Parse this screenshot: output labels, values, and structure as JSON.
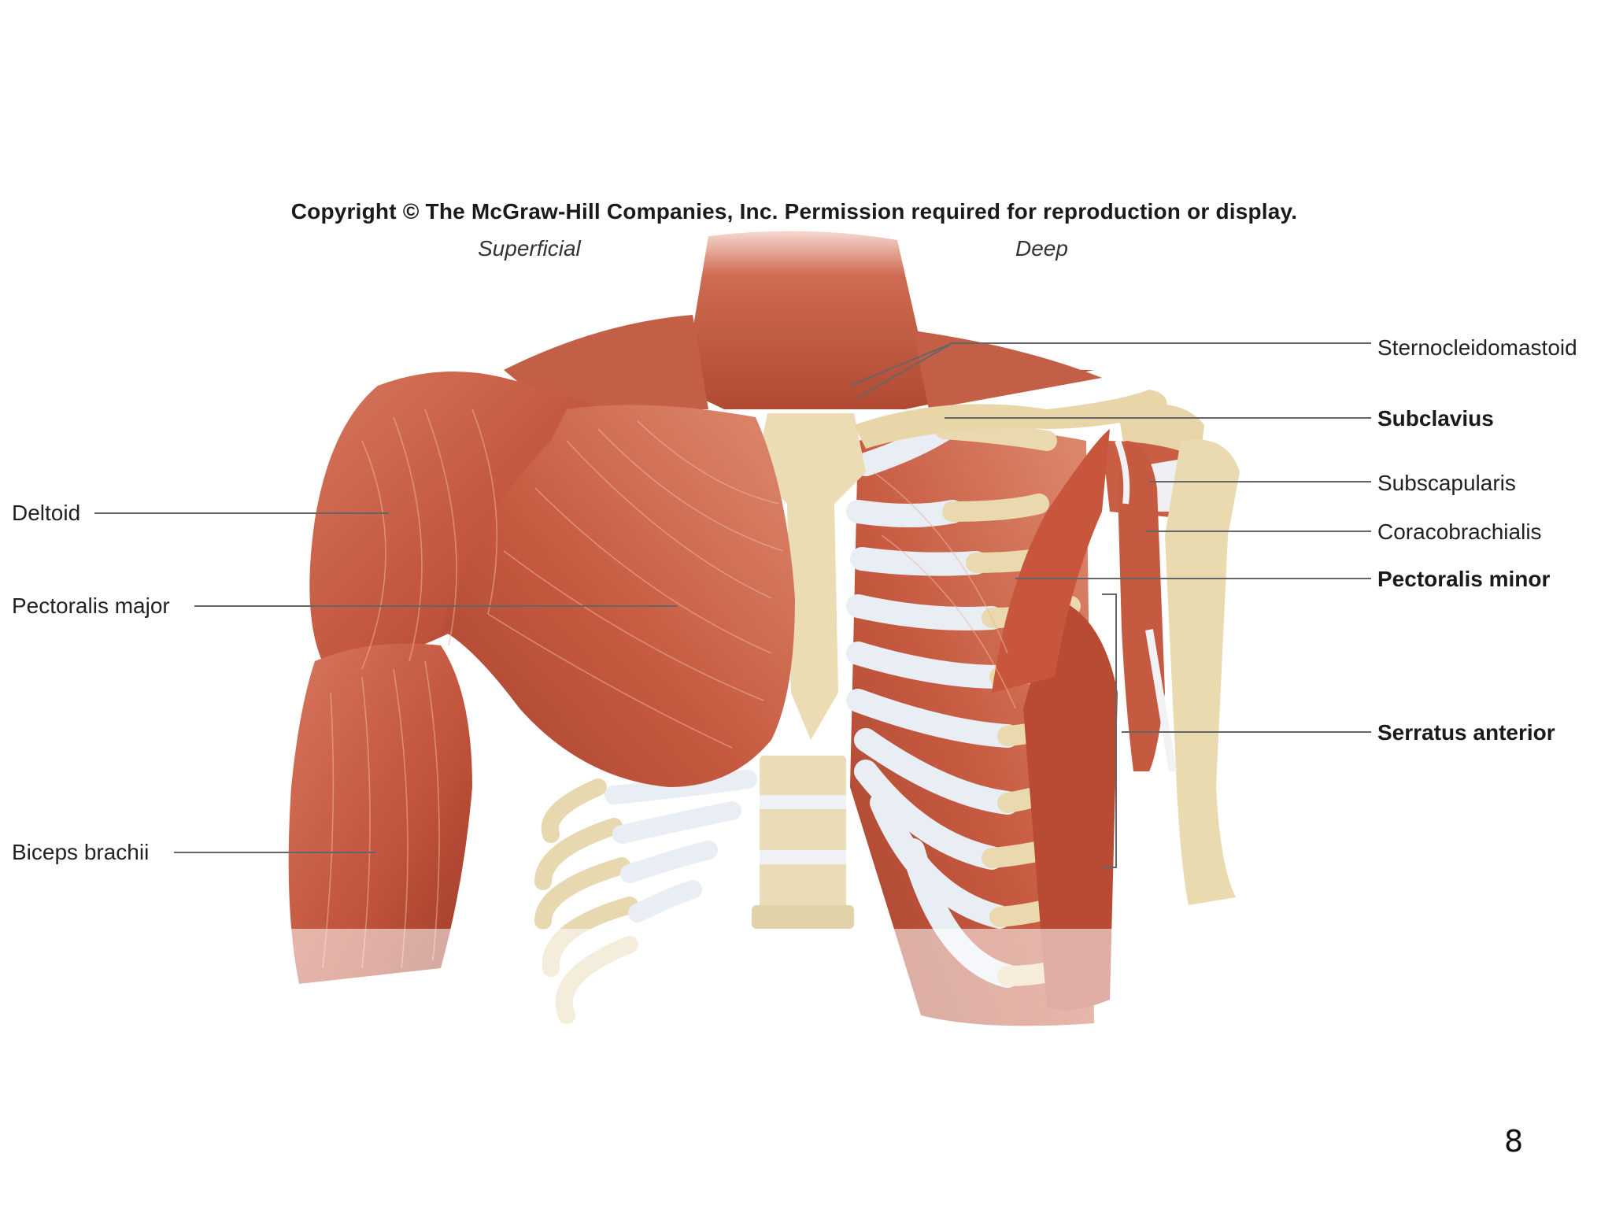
{
  "copyright": "Copyright © The McGraw-Hill Companies, Inc. Permission required for reproduction or display.",
  "views": {
    "left": "Superficial",
    "right": "Deep"
  },
  "labels": {
    "deltoid": "Deltoid",
    "pectoralis_major": "Pectoralis major",
    "biceps_brachii": "Biceps brachii",
    "sternocleidomastoid": "Sternocleidomastoid",
    "subclavius": "Subclavius",
    "subscapularis": "Subscapularis",
    "coracobrachialis": "Coracobrachialis",
    "pectoralis_minor": "Pectoralis minor",
    "serratus_anterior": "Serratus anterior"
  },
  "page_number": "8",
  "colors": {
    "muscle": "#c0533b",
    "muscle_dark": "#9e3a28",
    "bone": "#efe2bf",
    "cartilage": "#e7ecf4",
    "leader_line": "#555555"
  }
}
